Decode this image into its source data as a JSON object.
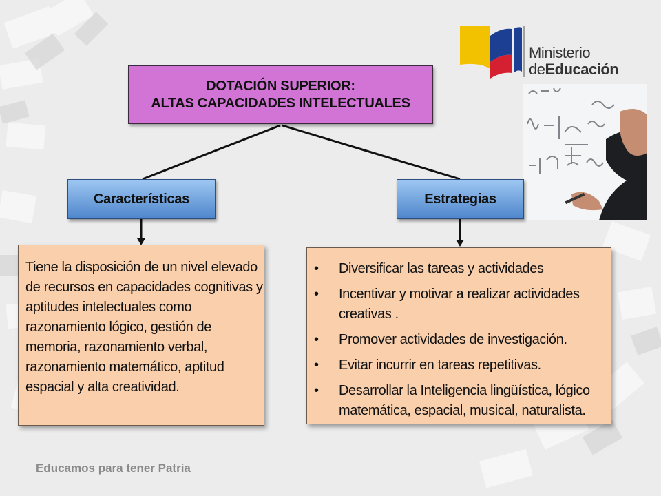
{
  "title": {
    "line1": "DOTACIÓN SUPERIOR:",
    "line2": "ALTAS CAPACIDADES  INTELECTUALES"
  },
  "branches": [
    {
      "label": "Características"
    },
    {
      "label": "Estrategias"
    }
  ],
  "characteristics_text": "Tiene la disposición de un nivel elevado de recursos en capacidades cognitivas y aptitudes intelectuales como razonamiento lógico, gestión de memoria, razonamiento verbal, razonamiento matemático, aptitud espacial y alta creatividad.",
  "strategies": [
    "Diversificar las tareas y actividades",
    "Incentivar y motivar a realizar actividades creativas .",
    "Promover actividades de investigación.",
    "Evitar incurrir en tareas repetitivas.",
    "Desarrollar la Inteligencia lingüística, lógico matemática, espacial, musical, naturalista."
  ],
  "bullet": "•",
  "logo": {
    "line1": "Ministerio",
    "line2_prefix": "de",
    "line2_bold": "Educación"
  },
  "photo_icon": "math-board-photo",
  "footer": "Educamos para tener Patria",
  "colors": {
    "title_fill": "#d174d6",
    "branch_fill": "#5b93d6",
    "content_fill": "#f9cfac",
    "logo_yellow": "#f2c200",
    "logo_blue": "#1c3f94",
    "logo_red": "#d42030"
  }
}
